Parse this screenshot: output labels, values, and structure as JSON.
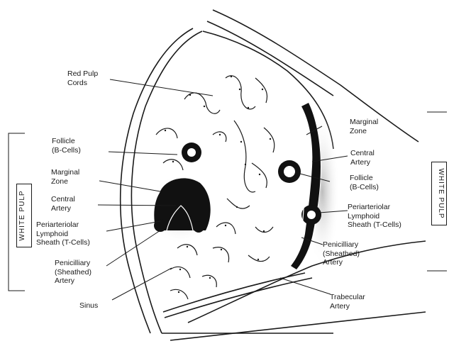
{
  "labels": {
    "red_pulp_cords": "Red Pulp\nCords",
    "follicle_left": "Follicle\n(B-Cells)",
    "marginal_zone_left": "Marginal\nZone",
    "central_artery_left": "Central\nArtery",
    "pals_left": "Periarteriolar\nLymphoid\nSheath (T-Cells)",
    "penicilliary_left": "Penicilliary\n(Sheathed)\nArtery",
    "sinus": "Sinus",
    "marginal_zone_right": "Marginal\nZone",
    "central_artery_right": "Central\nArtery",
    "follicle_right": "Follicle\n(B-Cells)",
    "pals_right": "Periarteriolar\nLymphoid\nSheath (T-Cells)",
    "penicilliary_right": "Penicilliary\n(Sheathed)\nArtery",
    "trabecular_artery": "Trabecular\nArtery"
  },
  "side_labels": {
    "left": "WHITE PULP",
    "right": "WHITE PULP"
  }
}
